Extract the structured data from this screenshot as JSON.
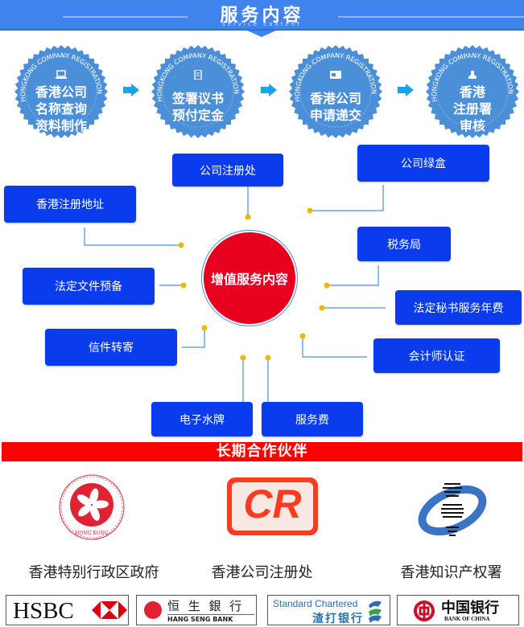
{
  "header": {
    "title": "服务内容",
    "subtitle": "service content"
  },
  "process": {
    "ring_text": "HONGKONG COMPANY REGISTRATION",
    "steps": [
      {
        "icon": "laptop-icon",
        "lines": [
          "香港公司",
          "名称查询",
          "资料制作"
        ]
      },
      {
        "icon": "document-icon",
        "lines": [
          "签署议书",
          "预付定金"
        ]
      },
      {
        "icon": "id-card-icon",
        "lines": [
          "香港公司",
          "申请递交"
        ]
      },
      {
        "icon": "stamp-icon",
        "lines": [
          "香港",
          "注册署",
          "审核"
        ]
      }
    ]
  },
  "value_added": {
    "center_label": "增值服务内容",
    "services": [
      "公司注册处",
      "公司绿盒",
      "香港注册地址",
      "税务局",
      "法定文件预备",
      "法定秘书服务年费",
      "信件转寄",
      "会计师认证",
      "电子水牌",
      "服务费"
    ]
  },
  "partners": {
    "title": "长期合作伙伴",
    "agencies": [
      {
        "name": "香港特别行政区政府",
        "logo": "hong-kong-emblem",
        "logo_text": "HONG KONG"
      },
      {
        "name": "香港公司注册处",
        "logo": "companies-registry-logo",
        "logo_text": "CR"
      },
      {
        "name": "香港知识产权署",
        "logo": "ipd-logo"
      }
    ],
    "banks": [
      {
        "name": "HSBC",
        "logo": "hsbc-logo"
      },
      {
        "name": "恒 生 銀 行",
        "sub": "HANG SENG BANK",
        "logo": "hang-seng-logo"
      },
      {
        "name": "Standard Chartered",
        "sub": "渣打银行",
        "logo": "standard-chartered-logo"
      },
      {
        "name": "中国银行",
        "sub": "BANK OF CHINA",
        "logo": "bank-of-china-logo"
      }
    ]
  },
  "colors": {
    "header_blue": "#4183ed",
    "badge_blue": "#4a8fd8",
    "service_blue": "#0a3cee",
    "center_red": "#e8001f",
    "connector_blue": "#4a90e2",
    "dot_orange": "#f5b400",
    "partner_red": "#fe0000"
  }
}
